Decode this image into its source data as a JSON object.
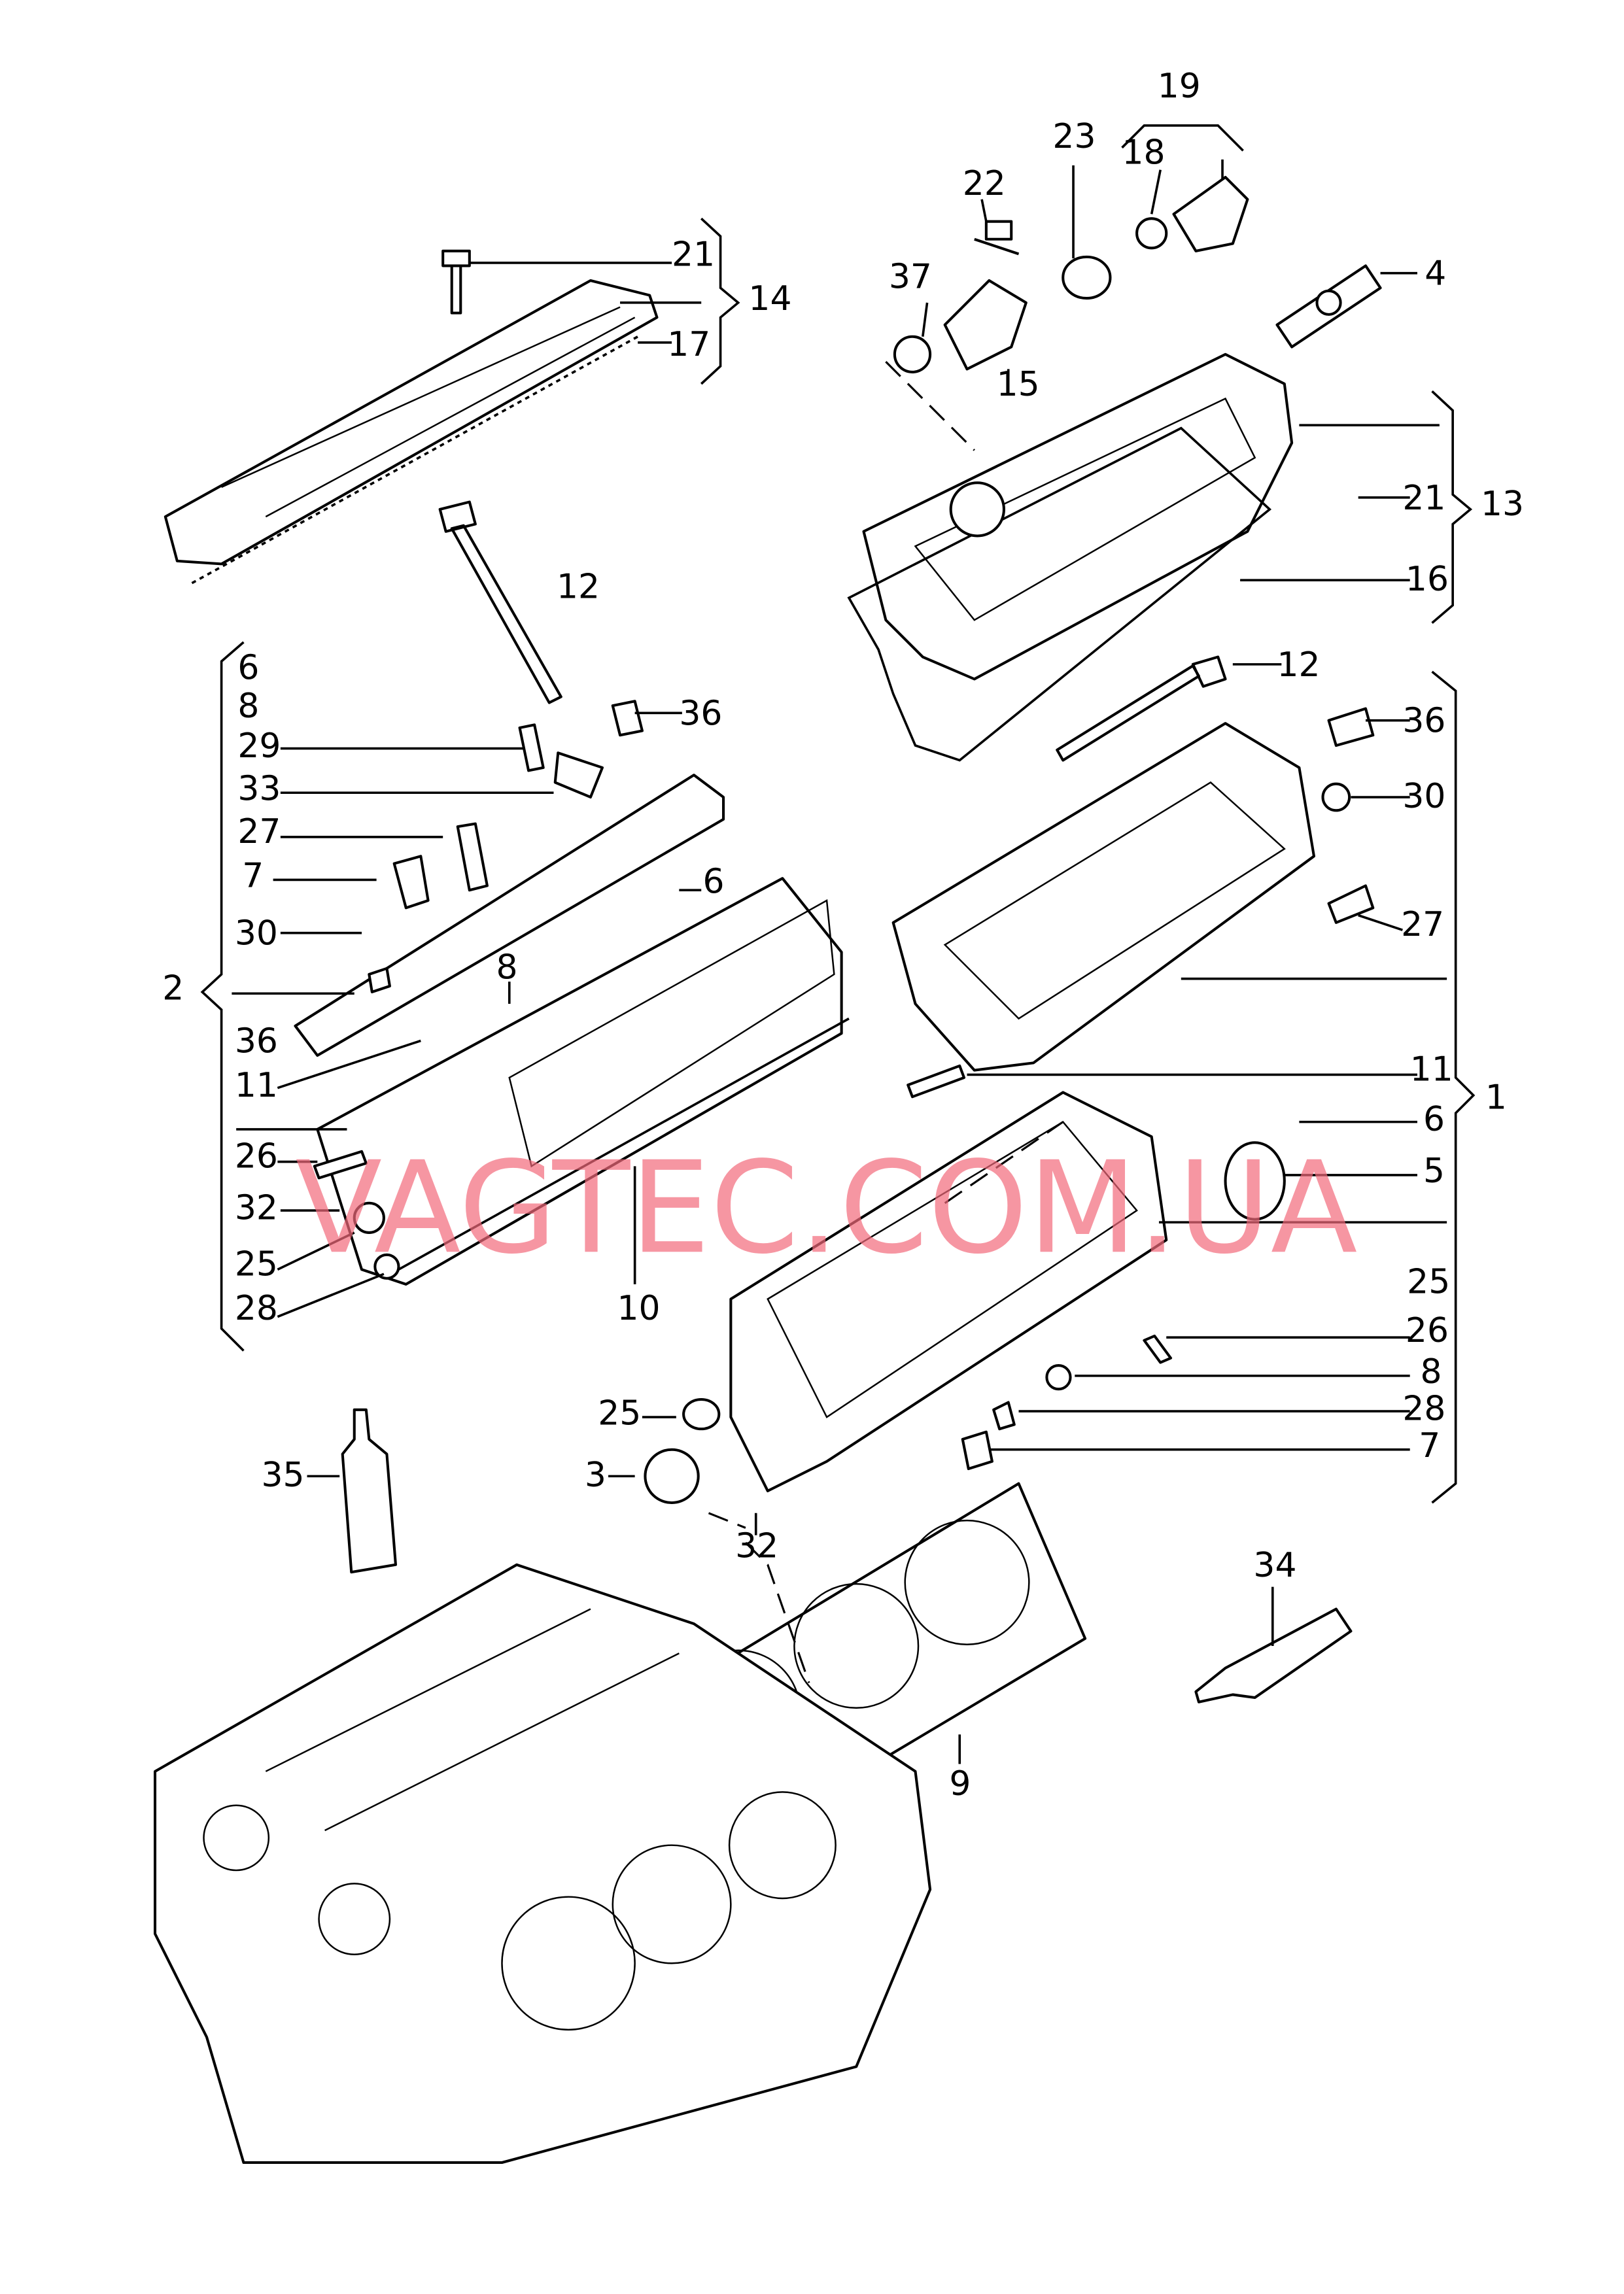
{
  "watermark": "VAGTEC.COM.UA",
  "callouts": [
    "19",
    "23",
    "18",
    "22",
    "4",
    "37",
    "21",
    "14",
    "17",
    "15",
    "21",
    "13",
    "16",
    "12",
    "12",
    "6",
    "8",
    "29",
    "36",
    "36",
    "33",
    "30",
    "27",
    "7",
    "6",
    "27",
    "30",
    "8",
    "2",
    "36",
    "11",
    "11",
    "1",
    "6",
    "5",
    "26",
    "32",
    "10",
    "25",
    "25",
    "28",
    "26",
    "8",
    "28",
    "25",
    "7",
    "3",
    "35",
    "32",
    "34",
    "9"
  ]
}
